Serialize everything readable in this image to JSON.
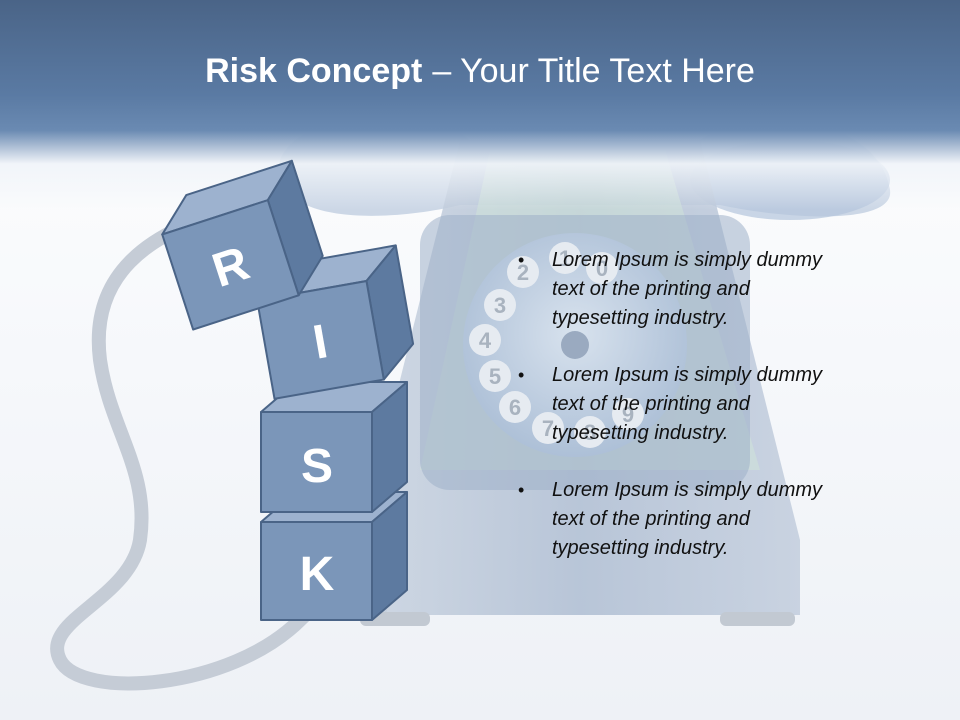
{
  "slide": {
    "title_bold": "Risk Concept",
    "title_rest": "– Your Title Text Here",
    "bullets": [
      "Lorem Ipsum is simply dummy text of the printing and typesetting industry.",
      "Lorem Ipsum is simply dummy text of the printing and typesetting industry.",
      "Lorem Ipsum is simply dummy text of the printing and typesetting industry."
    ],
    "bullet_symbol": "•",
    "cube_letters": [
      "R",
      "I",
      "S",
      "K"
    ],
    "dial_numbers": [
      "2",
      "1",
      "0",
      "3",
      "4",
      "5",
      "6",
      "7",
      "8",
      "9"
    ]
  },
  "colors": {
    "title_band": "#5a7aa3",
    "cube_front": "#7b96b9",
    "cube_top": "#9db2cf",
    "cube_side": "#5d7aa0",
    "cube_edge": "#4a6487",
    "phone_body": "#b7c4d6",
    "cord": "#c5ccd6"
  },
  "icons": [
    "telephone-illustration",
    "risk-blocks"
  ]
}
